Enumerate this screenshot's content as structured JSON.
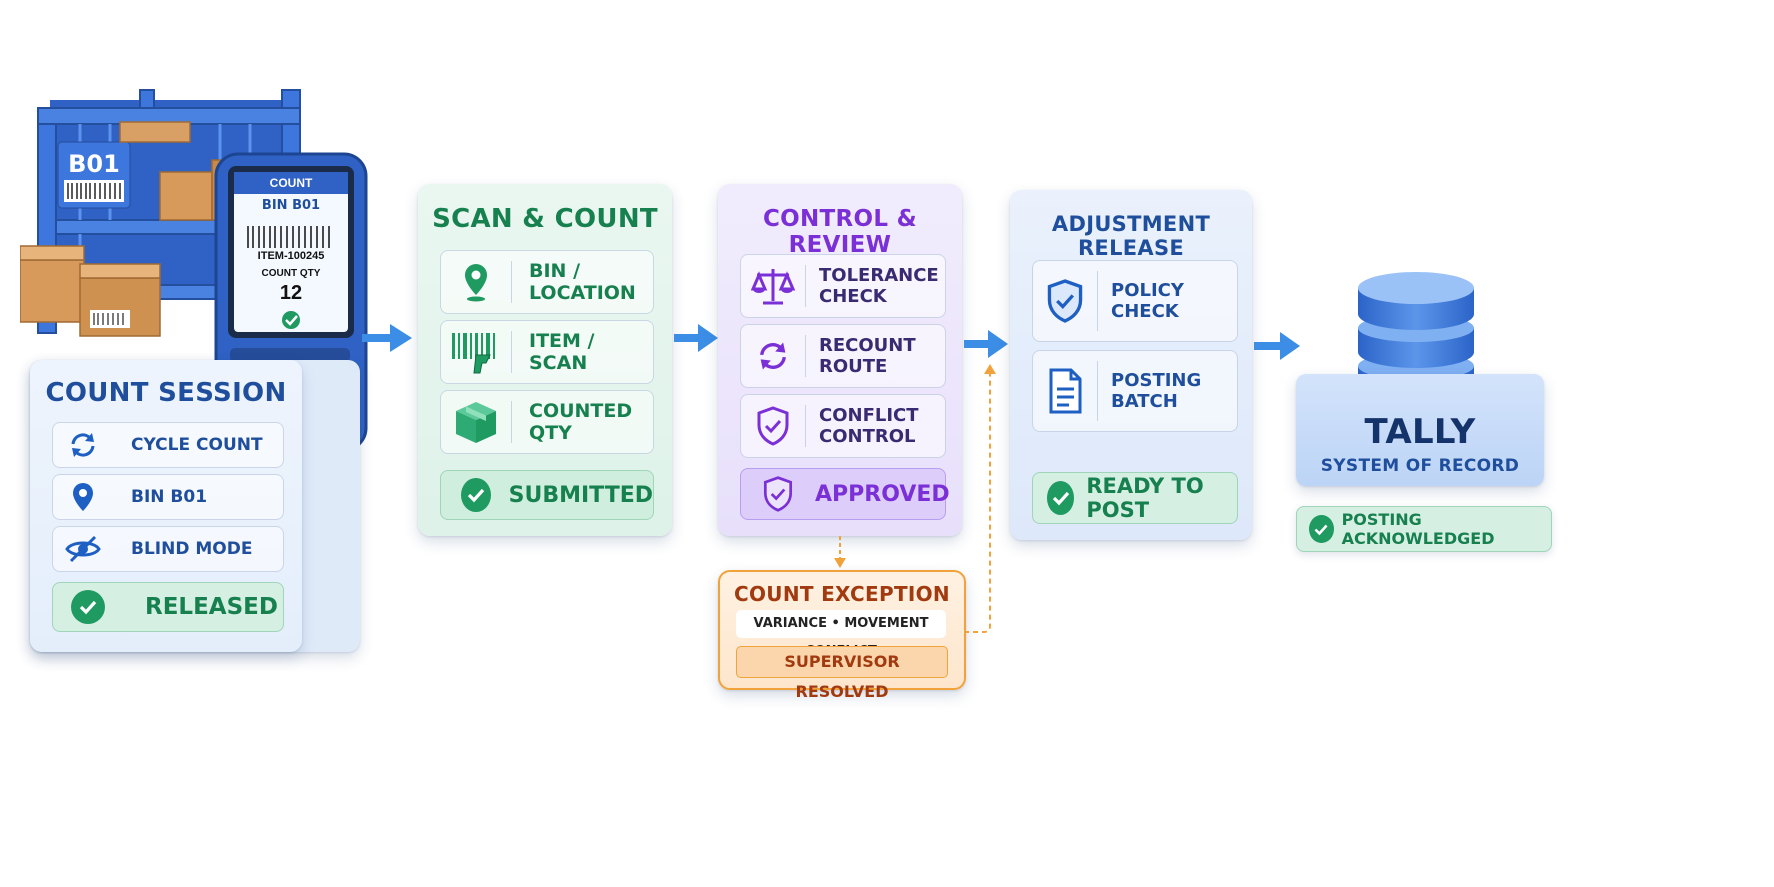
{
  "colors": {
    "blue": "#1e4e9c",
    "green": "#17804f",
    "purple": "#7b2fd6",
    "orange": "#d9741a",
    "arrow": "#3b8de6"
  },
  "illustration": {
    "rack_label": "B01",
    "scanner": {
      "header": "COUNT",
      "bin": "BIN B01",
      "item": "ITEM-100245",
      "qty_label": "COUNT QTY",
      "qty_value": "12"
    }
  },
  "count_session": {
    "title": "COUNT SESSION",
    "rows": [
      {
        "label": "CYCLE COUNT",
        "icon": "refresh-icon"
      },
      {
        "label": "BIN B01",
        "icon": "location-pin-icon"
      },
      {
        "label": "BLIND MODE",
        "icon": "eye-off-icon"
      }
    ],
    "status": "RELEASED"
  },
  "scan_count": {
    "title": "SCAN & COUNT",
    "rows": [
      {
        "label": "BIN / LOCATION",
        "icon": "location-pin-icon"
      },
      {
        "label": "ITEM / SCAN",
        "icon": "barcode-scanner-icon"
      },
      {
        "label": "COUNTED QTY",
        "icon": "box-icon"
      }
    ],
    "status": "SUBMITTED"
  },
  "control_review": {
    "title": "CONTROL & REVIEW",
    "rows": [
      {
        "label": "TOLERANCE CHECK",
        "icon": "scales-icon"
      },
      {
        "label": "RECOUNT ROUTE",
        "icon": "refresh-icon"
      },
      {
        "label": "CONFLICT CONTROL",
        "icon": "shield-check-icon"
      }
    ],
    "status": "APPROVED"
  },
  "exception": {
    "title": "COUNT EXCEPTION",
    "detail": "VARIANCE • MOVEMENT CONFLICT",
    "status": "SUPERVISOR RESOLVED"
  },
  "adjustment_release": {
    "title": "ADJUSTMENT RELEASE",
    "rows": [
      {
        "label": "POLICY CHECK",
        "icon": "shield-check-icon"
      },
      {
        "label": "POSTING BATCH",
        "icon": "document-icon"
      }
    ],
    "status": "READY TO POST"
  },
  "tally": {
    "title": "TALLY",
    "subtitle": "SYSTEM OF RECORD",
    "status": "POSTING ACKNOWLEDGED"
  }
}
